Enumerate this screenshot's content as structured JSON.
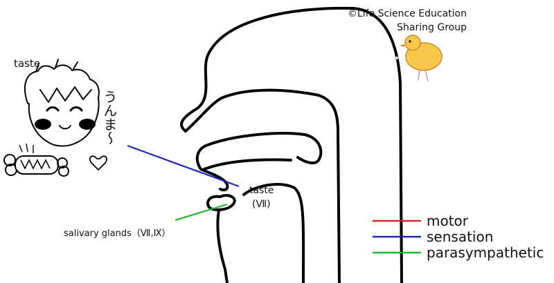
{
  "copyright": {
    "line1": "©Life Science Education",
    "line2": "Sharing Group"
  },
  "labels": {
    "taste_corner": "taste",
    "taste_tongue": "taste",
    "taste_nerve": "(Ⅶ)",
    "salivary": "salivary glands（Ⅶ,Ⅸ）",
    "exclaim": "うんま〜"
  },
  "legend": {
    "items": [
      {
        "label": "motor",
        "color": "#d32424"
      },
      {
        "label": "sensation",
        "color": "#1a27b8"
      },
      {
        "label": "parasympathetic",
        "color": "#21b52d"
      }
    ]
  },
  "pointers": {
    "sensation_color": "#1a27b8",
    "parasympathetic_color": "#21b52d"
  },
  "icons": [
    "boy-eating-face-icon",
    "bone-food-icon",
    "heart-icon",
    "chick-icon"
  ]
}
